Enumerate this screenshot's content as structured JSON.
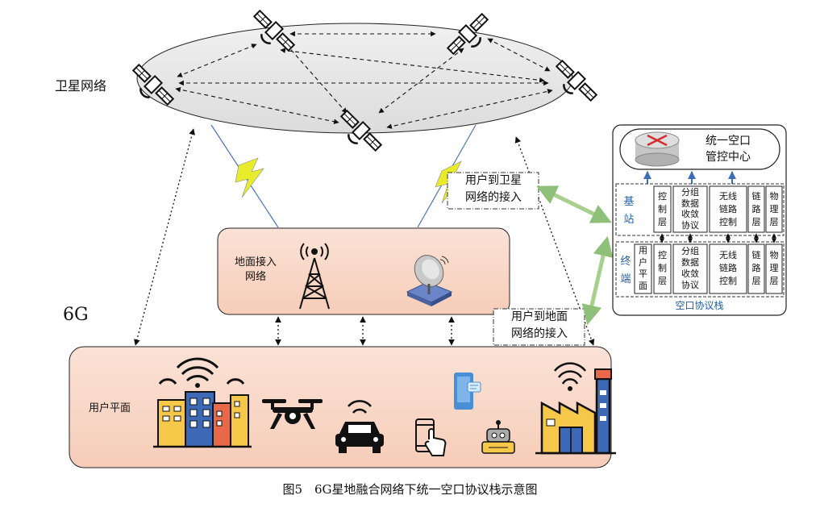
{
  "satellite_network": {
    "label": "卫星网络"
  },
  "ground_network": {
    "label_line1": "地面接入",
    "label_line2": "网络"
  },
  "generation_label": "6G",
  "user_plane": {
    "label": "用户平面"
  },
  "callout_satellite": {
    "line1": "用户到卫星",
    "line2": "网络的接入"
  },
  "callout_ground": {
    "line1": "用户到地面",
    "line2": "网络的接入"
  },
  "control_center": {
    "line1": "统一空口",
    "line2": "管控中心"
  },
  "protocol_stack": {
    "footer": "空口协议栈",
    "base_station": {
      "line1": "基",
      "line2": "站"
    },
    "terminal": {
      "line1": "终",
      "line2": "端"
    },
    "terminal_user_plane": [
      "用",
      "户",
      "平",
      "面"
    ],
    "control_layer": [
      "控",
      "制",
      "层"
    ],
    "pdcp": [
      "分组",
      "数据",
      "收敛",
      "协议"
    ],
    "rlc": [
      "无线",
      "链路",
      "控制"
    ],
    "link_layer": [
      "链",
      "路",
      "层"
    ],
    "physical_layer": [
      "物",
      "理",
      "层"
    ]
  },
  "caption": "图5　6G星地融合网络下统一空口协议栈示意图",
  "colors": {
    "ellipse_fill": "#e6e6e6",
    "box_fill": "#f9d8c8",
    "stack_text": "#1f5fa8",
    "lightning": "#e8ec2a",
    "arrow_green": "#a8d08d",
    "stack_arrow": "#3a6fb7"
  }
}
